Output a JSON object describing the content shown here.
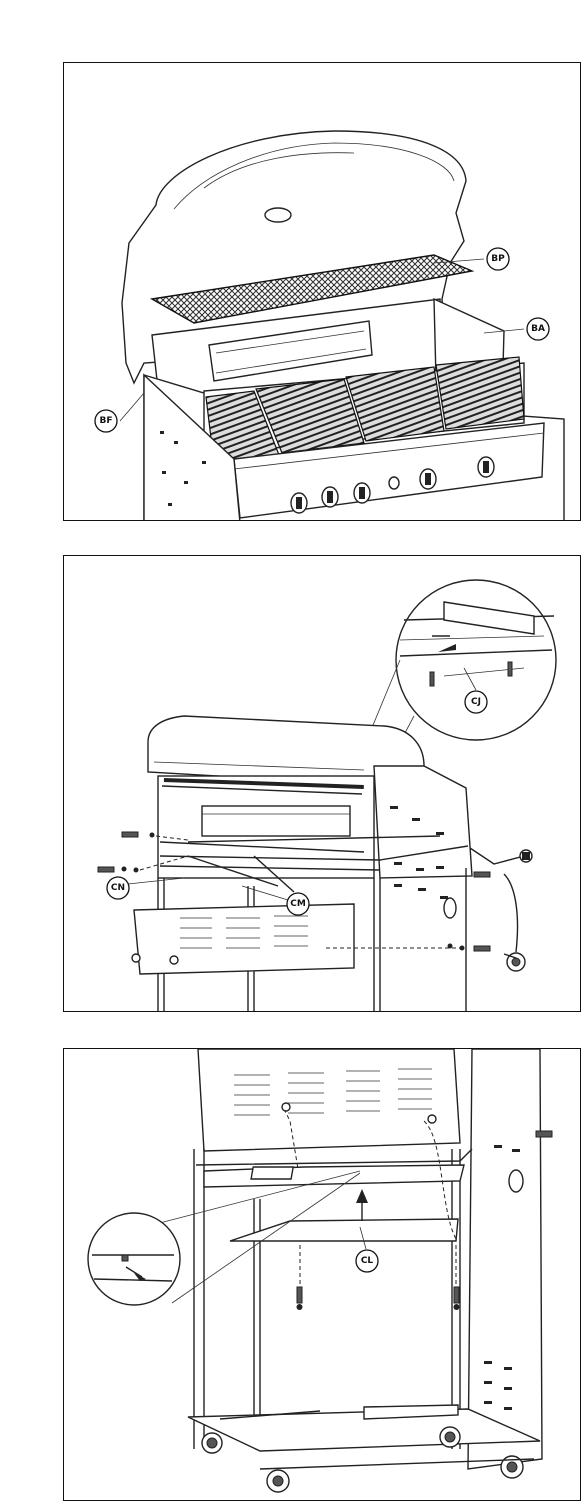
{
  "panels": [
    {
      "callouts": {
        "bp": "BP",
        "ba": "BA",
        "bf": "BF"
      }
    },
    {
      "callouts": {
        "cj": "CJ",
        "cn": "CN",
        "cm": "CM"
      }
    },
    {
      "callouts": {
        "cl": "CL"
      }
    }
  ]
}
